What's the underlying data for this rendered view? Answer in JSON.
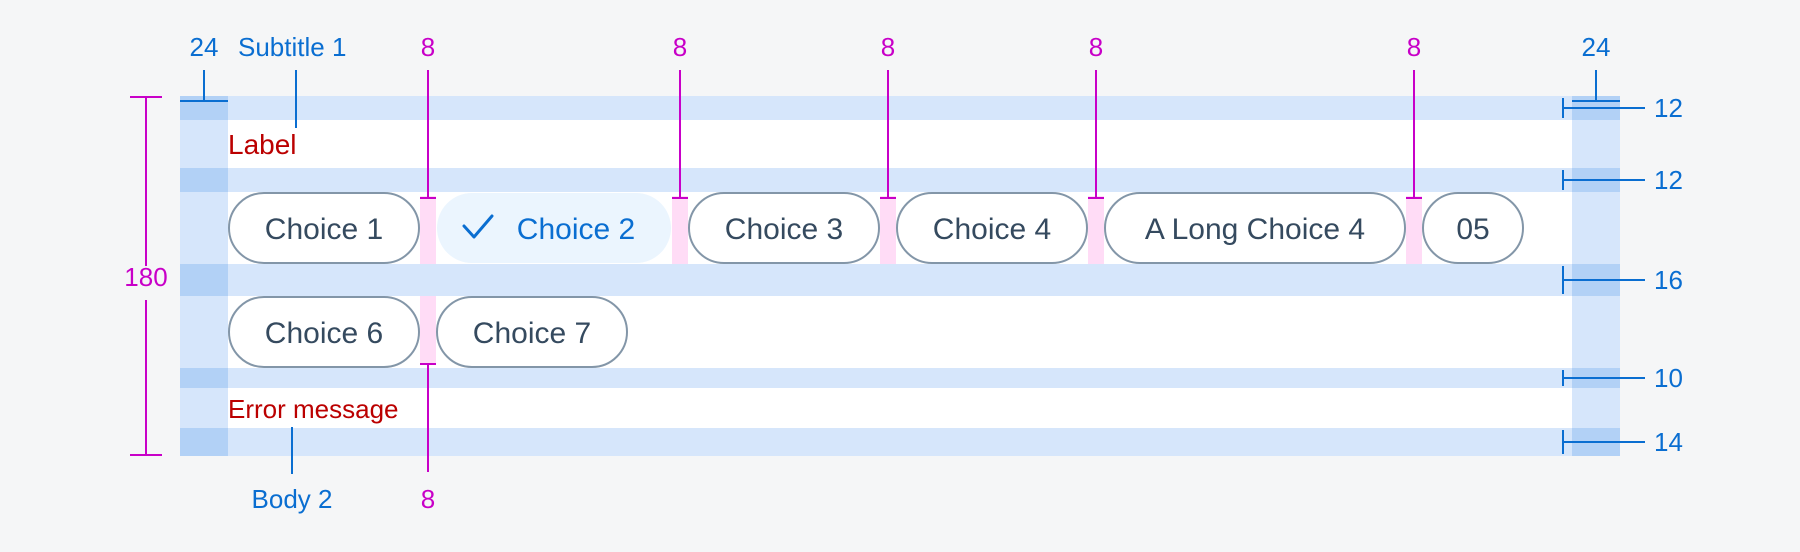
{
  "labels": {
    "left_padding": "24",
    "right_padding": "24",
    "subtitle": "Subtitle 1",
    "body": "Body 2",
    "total_height": "180",
    "gaps": [
      "8",
      "8",
      "8",
      "8",
      "8",
      "8"
    ],
    "right_spacings": [
      "12",
      "12",
      "16",
      "10",
      "14"
    ]
  },
  "field": {
    "label": "Label",
    "error": "Error message"
  },
  "chips_row1": [
    {
      "label": "Choice 1",
      "selected": false
    },
    {
      "label": "Choice 2",
      "selected": true
    },
    {
      "label": "Choice 3",
      "selected": false
    },
    {
      "label": "Choice 4",
      "selected": false
    },
    {
      "label": "A Long Choice 4",
      "selected": false
    },
    {
      "label": "05",
      "selected": false
    }
  ],
  "chips_row2": [
    {
      "label": "Choice 6",
      "selected": false
    },
    {
      "label": "Choice 7",
      "selected": false
    }
  ],
  "icons": {
    "selected_check": "checkmark-icon"
  },
  "colors": {
    "spec_blue": "#0a6ed1",
    "spec_magenta": "#c800c8",
    "padding_fill": "#d6e6fb",
    "padding_overlap": "#b2d1f6",
    "gap_fill": "#ffdcf6",
    "chip_border": "#8396a8",
    "chip_text": "#354a5f",
    "selected_bg": "#ebf5fe",
    "error_red": "#bb0000"
  }
}
